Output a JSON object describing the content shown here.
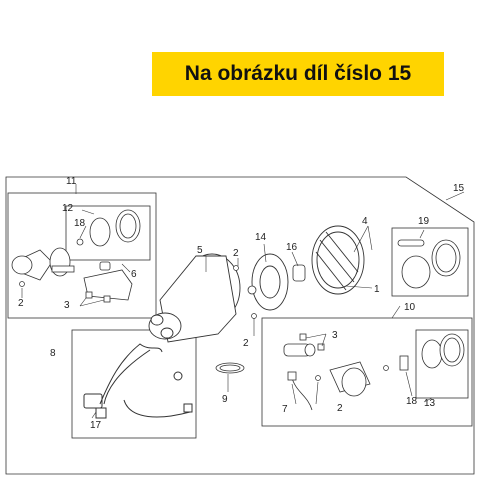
{
  "banner": {
    "text": "Na obrázku díl číslo 15"
  },
  "colors": {
    "banner_bg": "#ffd400",
    "line": "#333333"
  },
  "callouts": {
    "c1": "1",
    "c2a": "2",
    "c2b": "2",
    "c2c": "2",
    "c2d": "2",
    "c3a": "3",
    "c3b": "3",
    "c4": "4",
    "c5": "5",
    "c6": "6",
    "c7": "7",
    "c8": "8",
    "c9": "9",
    "c10": "10",
    "c11": "11",
    "c12": "12",
    "c13": "13",
    "c14": "14",
    "c15": "15",
    "c16": "16",
    "c17": "17",
    "c18a": "18",
    "c18b": "18",
    "c19": "19"
  }
}
